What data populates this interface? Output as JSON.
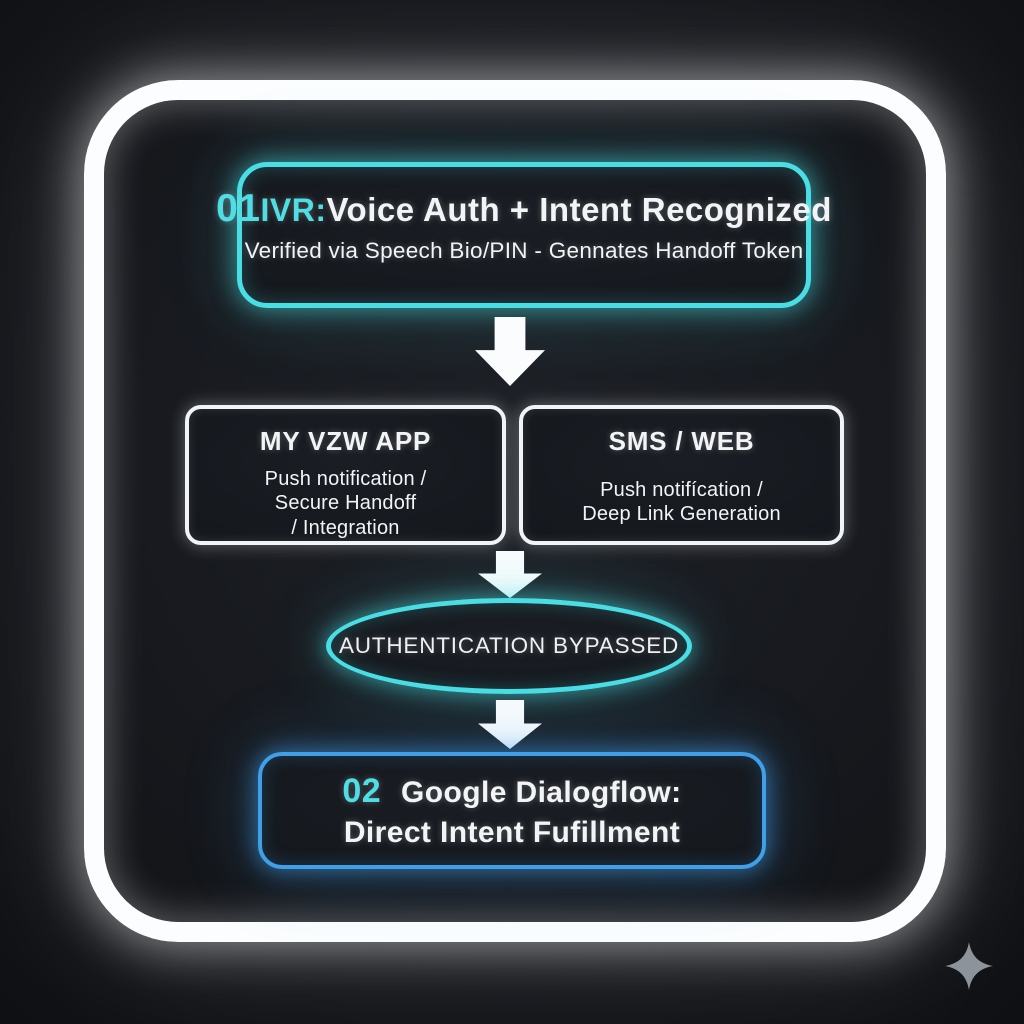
{
  "colors": {
    "background": "#17191e",
    "frame": "#fbfdfe",
    "cyan_accent": "#49dee4",
    "blue_accent": "#3f9fe9",
    "text": "#f2f4f6",
    "sparkle": "#8d939b"
  },
  "flow": {
    "step1": {
      "number": "01",
      "tag": "IVR:",
      "title": "Voice Auth + Intent Recognized",
      "subtitle": "Verified via Speech Bio/PIN - Gennates Handoff Token"
    },
    "channels": [
      {
        "title": "MY VZW APP",
        "lines": [
          "Push notification /",
          "Secure Handoff",
          "/ Integration"
        ]
      },
      {
        "title": "SMS / WEB",
        "lines": [
          "Push notifícation /",
          "Deep Link Generation"
        ]
      }
    ],
    "status": {
      "label": "AUTHENTICATION BYPASSED"
    },
    "step2": {
      "number": "02",
      "title": "Google Dialogflow:",
      "subtitle": "Direct Intent Fufillment"
    }
  },
  "icons": {
    "sparkle": "four-pointed-star"
  }
}
